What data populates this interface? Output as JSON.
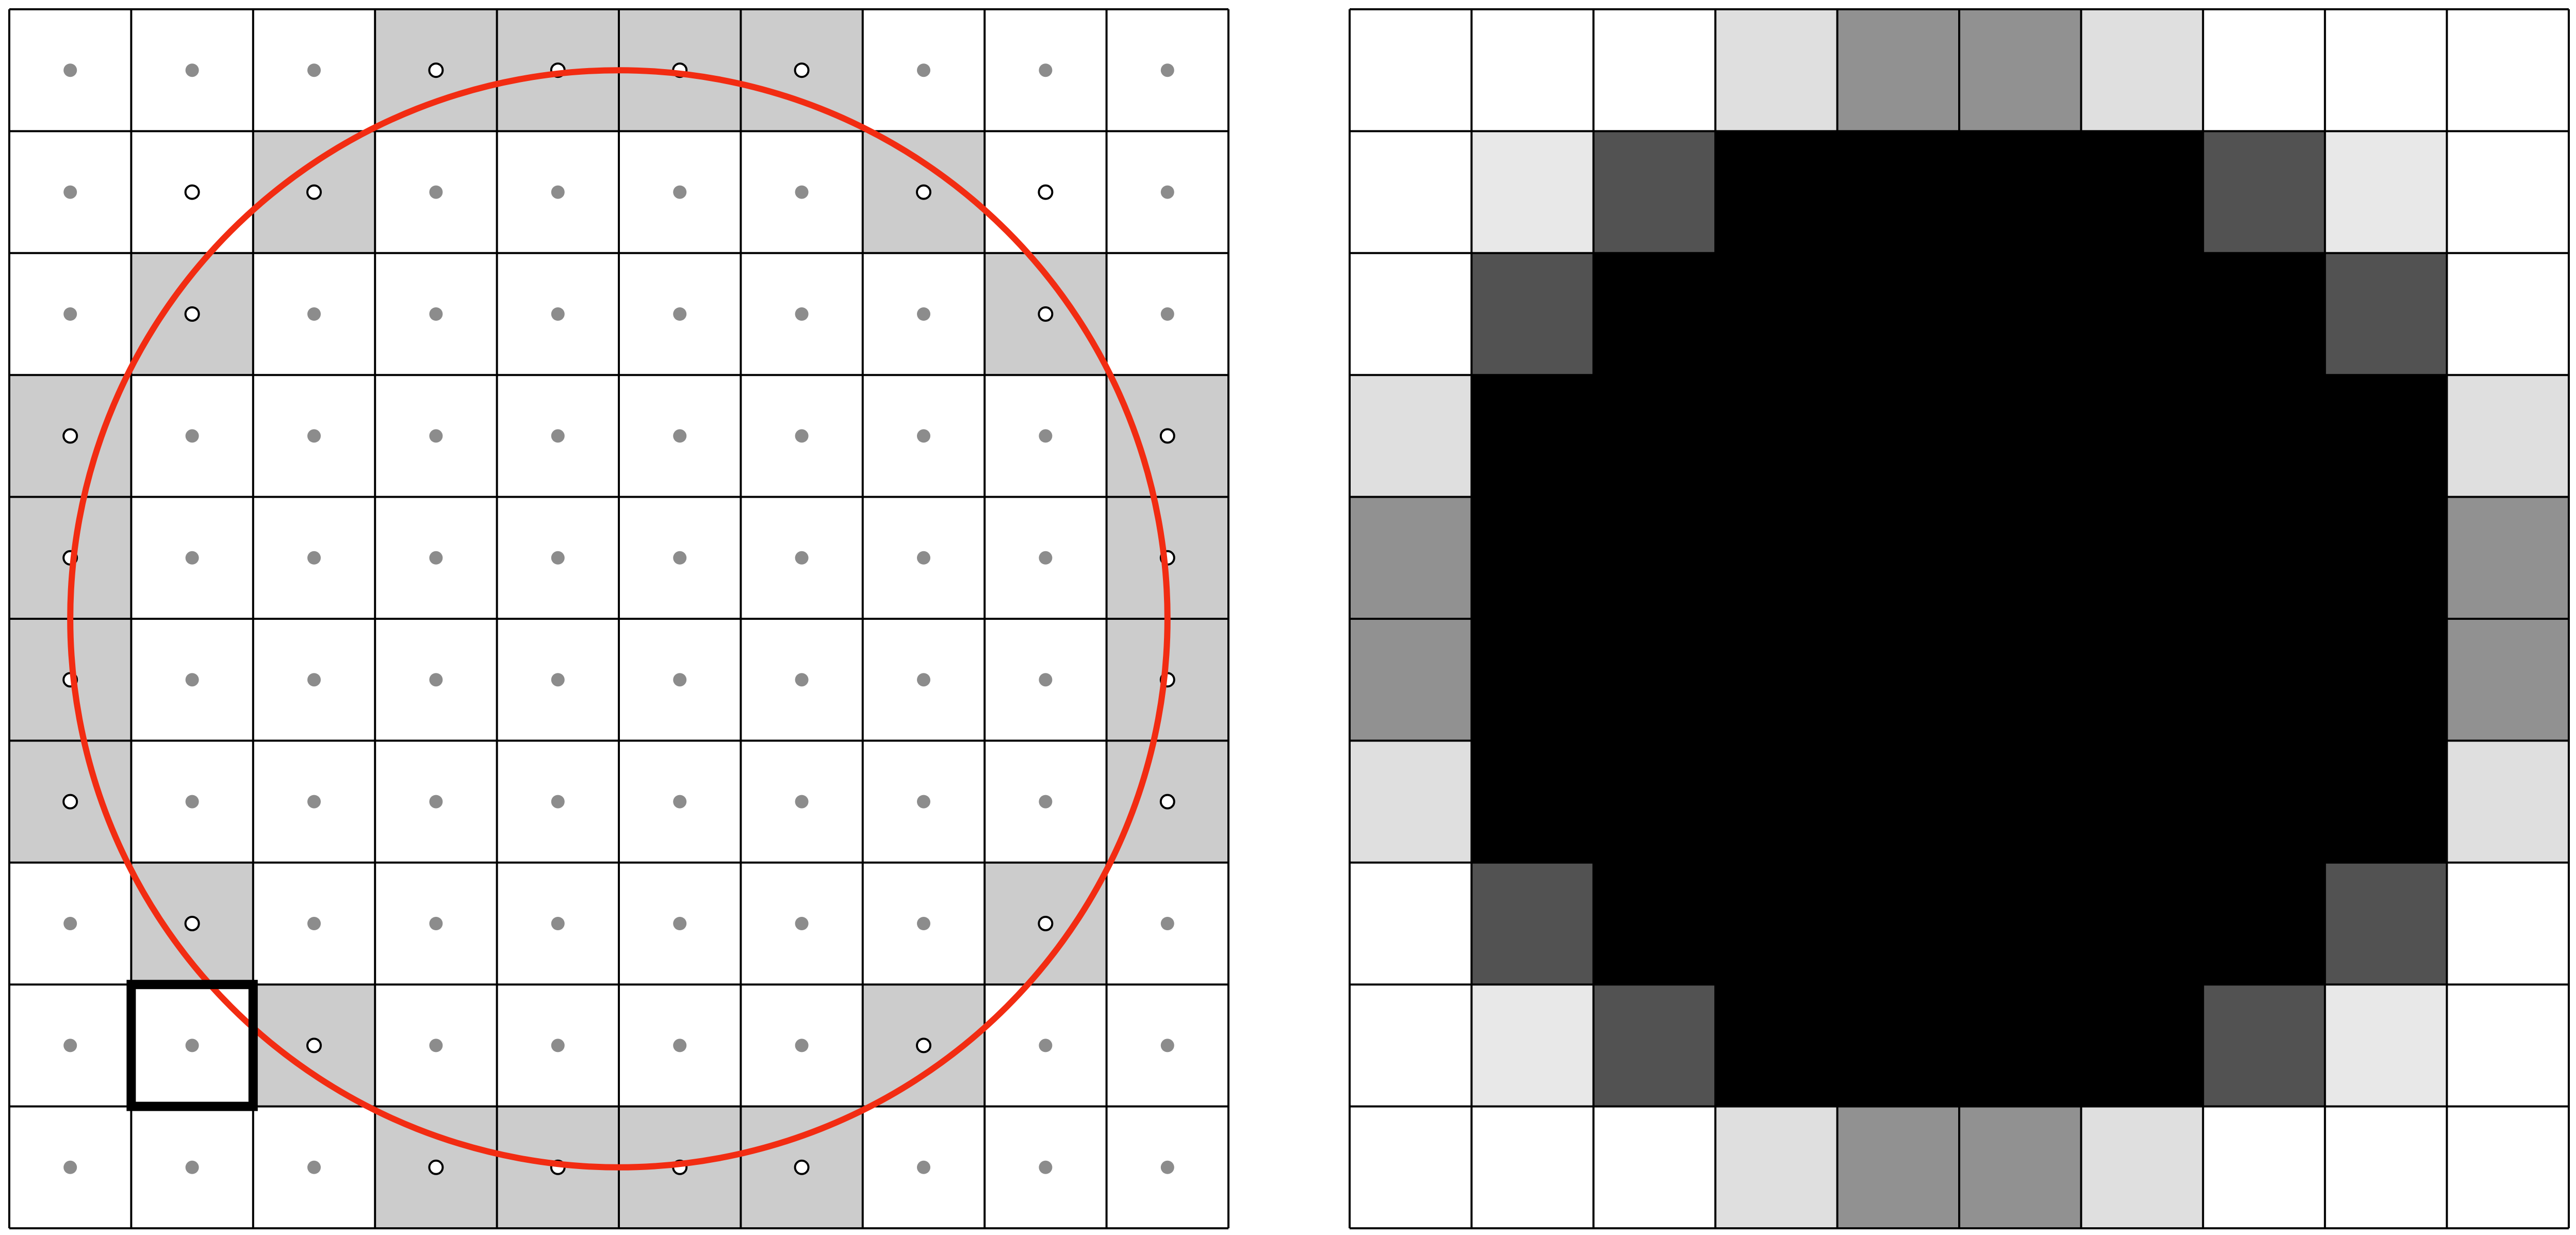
{
  "colors": {
    "background": "#ffffff",
    "grid_line": "#000000",
    "circle": "#f22c12",
    "partial_cell": "#cccccc",
    "sample_dot": "#8c8c8c",
    "sample_ring_fill": "#ffffff",
    "sample_ring_stroke": "#000000",
    "highlight_box": "#000000"
  },
  "left_panel": {
    "grid_size": 10,
    "circle_center_cells": [
      5,
      5
    ],
    "circle_radius_cells": 4.5,
    "highlight_cell": [
      1,
      8
    ],
    "partial_cells": [
      [
        3,
        0
      ],
      [
        4,
        0
      ],
      [
        5,
        0
      ],
      [
        6,
        0
      ],
      [
        2,
        1
      ],
      [
        7,
        1
      ],
      [
        1,
        2
      ],
      [
        8,
        2
      ],
      [
        0,
        3
      ],
      [
        9,
        3
      ],
      [
        0,
        4
      ],
      [
        9,
        4
      ],
      [
        0,
        5
      ],
      [
        9,
        5
      ],
      [
        0,
        6
      ],
      [
        9,
        6
      ],
      [
        1,
        7
      ],
      [
        8,
        7
      ],
      [
        2,
        8
      ],
      [
        7,
        8
      ],
      [
        3,
        9
      ],
      [
        4,
        9
      ],
      [
        5,
        9
      ],
      [
        6,
        9
      ]
    ],
    "ring_sample_points": [
      [
        3,
        0
      ],
      [
        4,
        0
      ],
      [
        5,
        0
      ],
      [
        6,
        0
      ],
      [
        1,
        1
      ],
      [
        2,
        1
      ],
      [
        7,
        1
      ],
      [
        8,
        1
      ],
      [
        1,
        2
      ],
      [
        8,
        2
      ],
      [
        0,
        3
      ],
      [
        9,
        3
      ],
      [
        0,
        4
      ],
      [
        9,
        4
      ],
      [
        0,
        5
      ],
      [
        9,
        5
      ],
      [
        0,
        6
      ],
      [
        9,
        6
      ],
      [
        1,
        7
      ],
      [
        8,
        7
      ],
      [
        2,
        8
      ],
      [
        7,
        8
      ],
      [
        3,
        9
      ],
      [
        4,
        9
      ],
      [
        5,
        9
      ],
      [
        6,
        9
      ]
    ]
  },
  "right_panel": {
    "grid_size": 10,
    "coverage_rows": [
      [
        0,
        0,
        0,
        0.125,
        0.43,
        0.43,
        0.125,
        0,
        0,
        0
      ],
      [
        0,
        0.09,
        0.68,
        1,
        1,
        1,
        1,
        0.68,
        0.09,
        0
      ],
      [
        0,
        0.68,
        1,
        1,
        1,
        1,
        1,
        1,
        0.68,
        0
      ],
      [
        0.125,
        1,
        1,
        1,
        1,
        1,
        1,
        1,
        1,
        0.125
      ],
      [
        0.43,
        1,
        1,
        1,
        1,
        1,
        1,
        1,
        1,
        0.43
      ],
      [
        0.43,
        1,
        1,
        1,
        1,
        1,
        1,
        1,
        1,
        0.43
      ],
      [
        0.125,
        1,
        1,
        1,
        1,
        1,
        1,
        1,
        1,
        0.125
      ],
      [
        0,
        0.68,
        1,
        1,
        1,
        1,
        1,
        1,
        0.68,
        0
      ],
      [
        0,
        0.09,
        0.68,
        1,
        1,
        1,
        1,
        0.68,
        0.09,
        0
      ],
      [
        0,
        0,
        0,
        0.125,
        0.43,
        0.43,
        0.125,
        0,
        0,
        0
      ]
    ]
  }
}
